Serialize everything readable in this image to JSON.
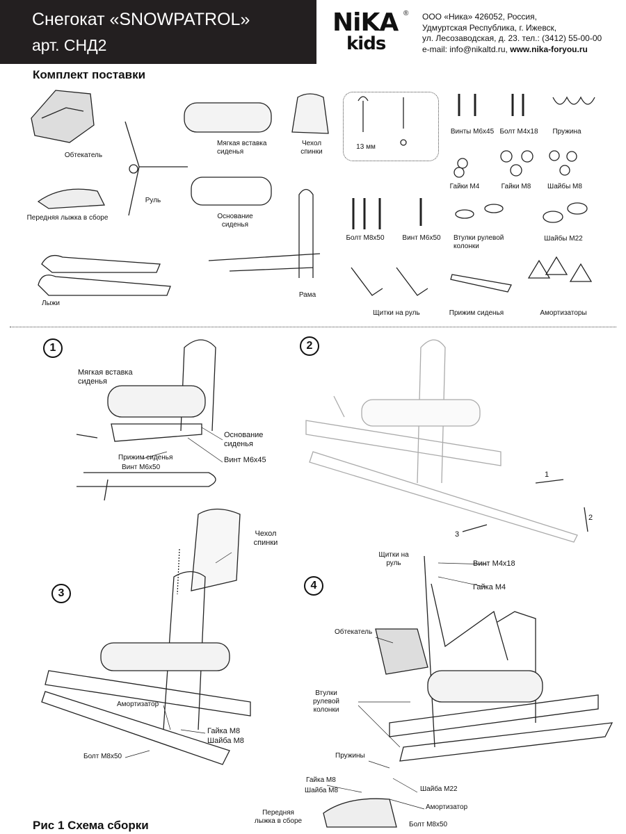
{
  "header": {
    "title": "Снегокат «SNOWPATROL»",
    "article": "арт. СНД2"
  },
  "logo": {
    "line1": "NiKA",
    "line2": "kids",
    "registered": "®"
  },
  "address": {
    "line1": "ООО «Ника» 426052, Россия,",
    "line2": "Удмуртская Республика, г. Ижевск,",
    "line3": "ул. Лесозаводская, д. 23. тел.: (3412) 55-00-00",
    "email_prefix": "e-mail: info@nikaltd.ru,",
    "website": "www.nika-foryou.ru"
  },
  "kit": {
    "title": "Комплект поставки",
    "parts": {
      "fairing": "Обтекатель",
      "handlebar": "Руль",
      "seat_insert": "Мягкая вставка сиденья",
      "back_cover": "Чехол спинки",
      "wrench": "13 мм",
      "screws_m6x45": "Винты М6х45",
      "bolt_m4x18": "Болт М4х18",
      "spring": "Пружина",
      "nuts_m4": "Гайки М4",
      "nuts_m8": "Гайки М8",
      "washers_m8": "Шайбы М8",
      "front_ski": "Передняя лыжка в сборе",
      "seat_base": "Основание сиденья",
      "bolt_m8x50": "Болт М8х50",
      "screw_m6x50": "Винт М6х50",
      "bushings": "Втулки рулевой колонки",
      "washers_m22": "Шайбы М22",
      "skis": "Лыжи",
      "frame": "Рама",
      "hand_guards": "Щитки на руль",
      "seat_clamp": "Прижим сиденья",
      "shock_absorbers": "Амортизаторы"
    }
  },
  "steps": {
    "s1": {
      "num": "1",
      "seat_insert": "Мягкая вставка сиденья",
      "seat_base": "Основание сиденья",
      "seat_clamp": "Прижим сиденья",
      "screw_m6x50": "Винт М6х50",
      "screw_m6x45": "Винт М6х45"
    },
    "s2": {
      "num": "2",
      "a1": "1",
      "a2": "2",
      "a3": "3"
    },
    "s3": {
      "num": "3",
      "back_cover": "Чехол спинки",
      "shock": "Амортизатор",
      "nut_m8": "Гайка М8",
      "washer_m8": "Шайба М8",
      "bolt_m8x50": "Болт М8х50"
    },
    "s4": {
      "num": "4",
      "hand_guards": "Щитки на руль",
      "bolt_m4x18": "Винт М4х18",
      "nut_m4": "Гайка М4",
      "fairing": "Обтекатель",
      "bushings": "Втулки рулевой колонки",
      "springs": "Пружины",
      "nut_m8": "Гайка М8",
      "washer_m8": "Шайба М8",
      "washer_m22": "Шайба М22",
      "shock": "Амортизатор",
      "front_ski": "Передняя лыжка в сборе",
      "bolt_m8x50": "Болт М8х50"
    }
  },
  "caption": "Рис 1 Схема сборки"
}
